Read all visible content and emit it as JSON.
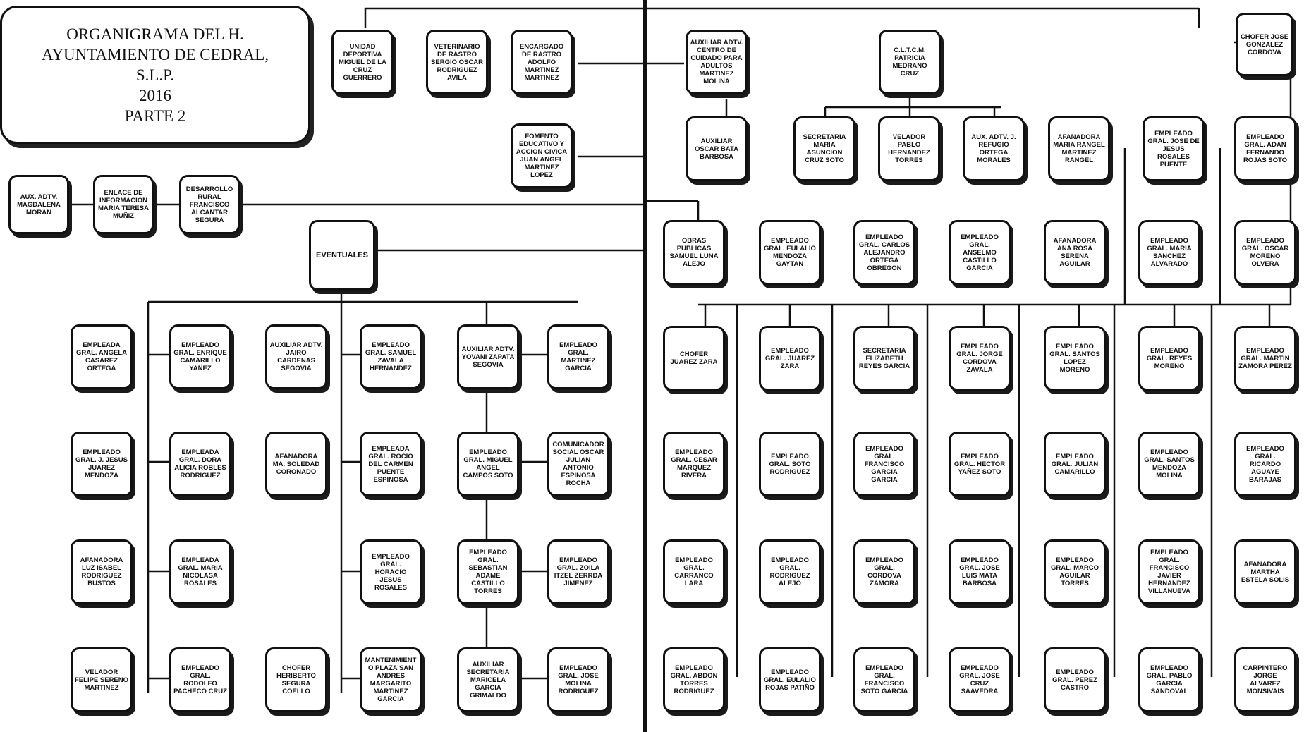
{
  "title": {
    "lines": [
      "ORGANIGRAMA DEL H.",
      "AYUNTAMIENTO DE CEDRAL,",
      "S.L.P.",
      "2016",
      "PARTE 2"
    ]
  },
  "nodes": {
    "unidad_deportiva": "UNIDAD DEPORTIVA MIGUEL DE LA CRUZ GUERRERO",
    "veterinario_rastro": "VETERINARIO DE RASTRO SERGIO OSCAR RODRIGUEZ AVILA",
    "encargado_rastro": "ENCARGADO DE RASTRO ADOLFO MARTINEZ MARTINEZ",
    "fomento_educativo": "FOMENTO EDUCATIVO Y ACCION CIVICA JUAN ANGEL MARTINEZ LOPEZ",
    "aux_adtv": "AUX. ADTV. MAGDALENA MORAN",
    "enlace_informacion": "ENLACE DE INFORMACION MARIA TERESA MUÑIZ",
    "desarrollo_rural": "DESARROLLO RURAL FRANCISCO ALCANTAR SEGURA",
    "eventuales": "EVENTUALES",
    "aux_centro_cuidado": "AUXILIAR ADTV. CENTRO DE CUIDADO PARA ADULTOS MARTINEZ MOLINA",
    "aux_oscar_barbosa": "AUXILIAR OSCAR BATA BARBOSA",
    "cltcm": "C.L.T.C.M. PATRICIA MEDRANO CRUZ",
    "secretaria_asuncion": "SECRETARIA MARIA ASUNCION CRUZ SOTO",
    "velador_pablo": "VELADOR PABLO HERNANDEZ TORRES",
    "aux_adtv_j": "AUX. ADTV. J. REFUGIO ORTEGA MORALES",
    "afanadora_rangel": "AFANADORA MARIA RANGEL MARTINEZ RANGEL",
    "empleado_jose_jesus": "EMPLEADO GRAL. JOSE DE JESUS ROSALES PUENTE",
    "empleado_adan": "EMPLEADO GRAL. ADAN FERNANDO ROJAS SOTO",
    "chofer_gonzalez": "CHOFER JOSE GONZALEZ CORDOVA",
    "obras_publicas": "OBRAS PUBLICAS SAMUEL LUNA ALEJO",
    "empleado_eulalio_gaytan": "EMPLEADO GRAL. EULALIO MENDOZA GAYTAN",
    "empleado_carlos": "EMPLEADO GRAL. CARLOS ALEJANDRO ORTEGA OBREGON",
    "empleado_castillo": "EMPLEADO GRAL. ANSELMO CASTILLO GARCIA",
    "afanadora_rosa": "AFANADORA ANA ROSA SERENA AGUILAR",
    "empleado_sanchez": "EMPLEADO GRAL. MARIA SANCHEZ ALVARADO",
    "empleado_oscar_moreno": "EMPLEADO GRAL. OSCAR MORENO OLVERA",
    "e1": "EMPLEADA GRAL. ANGELA CASAREZ ORTEGA",
    "e2": "EMPLEADO GRAL. ENRIQUE CAMARILLO YAÑEZ",
    "e3": "AUXILIAR ADTV. JAIRO CARDENAS SEGOVIA",
    "e4": "EMPLEADO GRAL. SAMUEL ZAVALA HERNANDEZ",
    "e5": "AUXILIAR ADTV. YOVANI ZAPATA SEGOVIA",
    "e6": "EMPLEADO GRAL. MARTINEZ GARCIA",
    "e7": "EMPLEADO GRAL. J. JESUS JUAREZ MENDOZA",
    "e8": "EMPLEADA GRAL. DORA ALICIA ROBLES RODRIGUEZ",
    "e9": "AFANADORA MA. SOLEDAD CORONADO",
    "e10": "EMPLEADA GRAL. ROCIO DEL CARMEN PUENTE ESPINOSA",
    "e11": "EMPLEADO GRAL. MIGUEL ANGEL CAMPOS SOTO",
    "e12": "COMUNICADOR SOCIAL OSCAR JULIAN ANTONIO ESPINOSA ROCHA",
    "e13": "AFANADORA LUZ ISABEL RODRIGUEZ BUSTOS",
    "e14": "EMPLEADA GRAL. MARIA NICOLASA ROSALES",
    "e15": "EMPLEADO GRAL. HORACIO JESUS ROSALES",
    "e16": "EMPLEADO GRAL. SEBASTIAN ADAME CASTILLO TORRES",
    "e17": "EMPLEADO GRAL. ZOILA ITZEL ZERRDA JIMENEZ",
    "e18": "VELADOR FELIPE SERENO MARTINEZ",
    "e19": "EMPLEADO GRAL. RODOLFO PACHECO CRUZ",
    "e20": "CHOFER HERIBERTO SEGURA COELLO",
    "e21": "MANTENIMIENTO PLAZA SAN ANDRES MARGARITO MARTINEZ GARCIA",
    "e22": "AUXILIAR SECRETARIA MARICELA GARCIA GRIMALDO",
    "e23": "EMPLEADO GRAL. JOSE MOLINA RODRIGUEZ",
    "r1": "CHOFER JUAREZ ZARA",
    "r2": "EMPLEADO GRAL. JUAREZ ZARA",
    "r3": "SECRETARIA ELIZABETH REYES GARCIA",
    "r4": "EMPLEADO GRAL. JORGE CORDOVA ZAVALA",
    "r5": "EMPLEADO GRAL. SANTOS LOPEZ MORENO",
    "r6": "EMPLEADO GRAL. REYES MORENO",
    "r7": "EMPLEADO GRAL. MARTIN ZAMORA PEREZ",
    "r8": "EMPLEADO GRAL. CESAR MARQUEZ RIVERA",
    "r9": "EMPLEADO GRAL. SOTO RODRIGUEZ",
    "r10": "EMPLEADO GRAL. FRANCISCO GARCIA GARCIA",
    "r11": "EMPLEADO GRAL. HECTOR YAÑEZ SOTO",
    "r12": "EMPLEADO GRAL. JULIAN CAMARILLO",
    "r13": "EMPLEADO GRAL. SANTOS MENDOZA MOLINA",
    "r14": "EMPLEADO GRAL. RICARDO AGUAYE BARAJAS",
    "r15": "EMPLEADO GRAL. CARRANCO LARA",
    "r16": "EMPLEADO GRAL. RODRIGUEZ ALEJO",
    "r17": "EMPLEADO GRAL. CORDOVA ZAMORA",
    "r18": "EMPLEADO GRAL. JOSE LUIS MATA BARBOSA",
    "r19": "EMPLEADO GRAL. MARCO AGUILAR TORRES",
    "r20": "EMPLEADO GRAL. FRANCISCO JAVIER HERNANDEZ VILLANUEVA",
    "r21": "AFANADORA MARTHA ESTELA SOLIS",
    "r22": "EMPLEADO GRAL. ABDON TORRES RODRIGUEZ",
    "r23": "EMPLEADO GRAL. EULALIO ROJAS PATIÑO",
    "r24": "EMPLEADO GRAL. FRANCISCO SOTO GARCIA",
    "r25": "EMPLEADO GRAL. JOSE CRUZ SAAVEDRA",
    "r26": "EMPLEADO GRAL. PEREZ CASTRO",
    "r27": "EMPLEADO GRAL. PABLO GARCIA SANDOVAL",
    "r28": "CARPINTERO JORGE ALVAREZ MONSIVAIS"
  }
}
